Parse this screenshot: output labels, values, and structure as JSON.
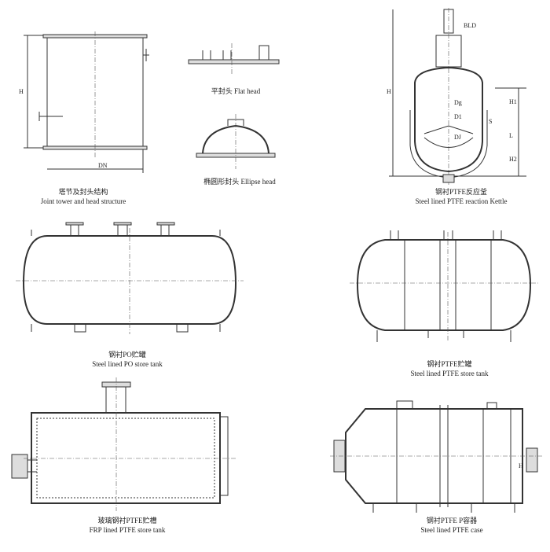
{
  "figures": [
    {
      "id": "joint-tower",
      "cn": "塔节及封头结构",
      "en": "Joint tower and head structure",
      "labels": {
        "height": "H",
        "diameter": "DN"
      }
    },
    {
      "id": "flat-head",
      "cn": "平封头",
      "en": "Flat head"
    },
    {
      "id": "ellipse-head",
      "cn": "椭圆形封头",
      "en": "Ellipse head"
    },
    {
      "id": "reaction-kettle",
      "cn": "钢衬PTFE反应釜",
      "en": "Steel lined PTFE reaction Kettle",
      "labels": {
        "bld": "BLD",
        "height": "H",
        "dg": "Dg",
        "d1": "D1",
        "dj": "DJ",
        "h1": "H1",
        "l": "L",
        "h2": "H2",
        "s": "S"
      }
    },
    {
      "id": "po-store-tank",
      "cn": "钢衬PO贮罐",
      "en": "Steel lined PO store tank"
    },
    {
      "id": "ptfe-store-tank",
      "cn": "钢衬PTFE贮罐",
      "en": "Steel lined PTFE store tank"
    },
    {
      "id": "frp-store-tank",
      "cn": "玻璃钢衬PTFE贮槽",
      "en": "FRP lined PTFE store tank"
    },
    {
      "id": "ptfe-case",
      "cn": "钢衬PTFE P容器",
      "en": "Steel lined PTFE case",
      "labels": {
        "h": "H"
      }
    }
  ]
}
